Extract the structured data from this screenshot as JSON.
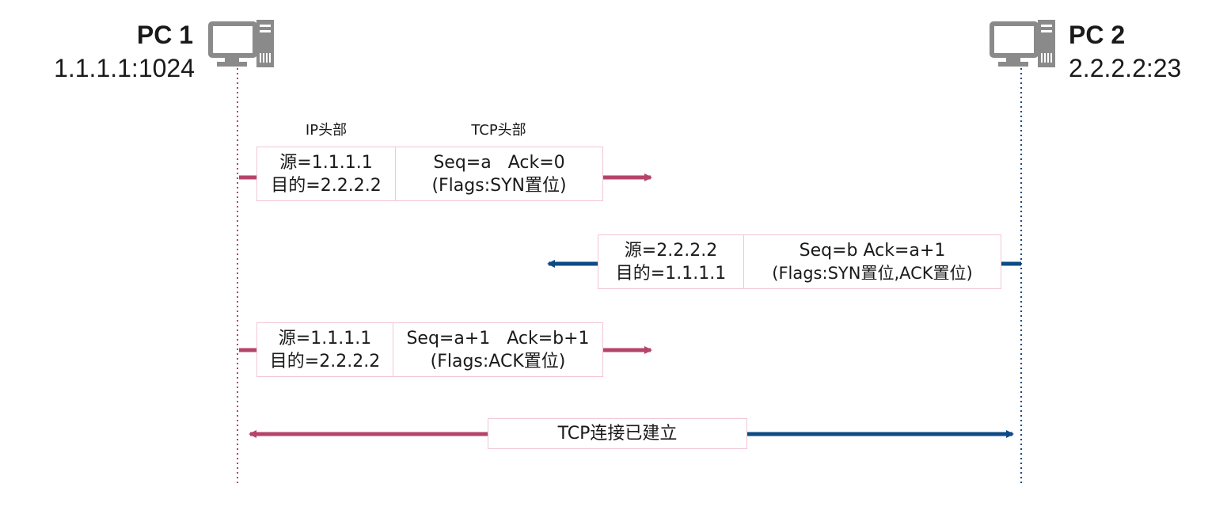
{
  "pc1": {
    "name": "PC 1",
    "address": "1.1.1.1:1024"
  },
  "pc2": {
    "name": "PC 2",
    "address": "2.2.2.2:23"
  },
  "headers": {
    "ip": "IP头部",
    "tcp": "TCP头部"
  },
  "packets": [
    {
      "direction": "PC1→PC2",
      "ip_src": "源=1.1.1.1",
      "ip_dst": "目的=2.2.2.2",
      "tcp_seq": "Seq=a   Ack=0",
      "tcp_flags": "(Flags:SYN置位)"
    },
    {
      "direction": "PC2→PC1",
      "ip_src": "源=2.2.2.2",
      "ip_dst": "目的=1.1.1.1",
      "tcp_seq": "Seq=b Ack=a+1",
      "tcp_flags": "(Flags:SYN置位,ACK置位)"
    },
    {
      "direction": "PC1→PC2",
      "ip_src": "源=1.1.1.1",
      "ip_dst": "目的=2.2.2.2",
      "tcp_seq": "Seq=a+1   Ack=b+1",
      "tcp_flags": "(Flags:ACK置位)"
    }
  ],
  "established": "TCP连接已建立",
  "colors": {
    "pc1": "#b5446a",
    "pc2": "#0e4a85",
    "box_border": "#f2c6d2",
    "icon": "#8a8a8a"
  },
  "icons": {
    "pc1": "desktop-computer-icon",
    "pc2": "desktop-computer-icon"
  }
}
